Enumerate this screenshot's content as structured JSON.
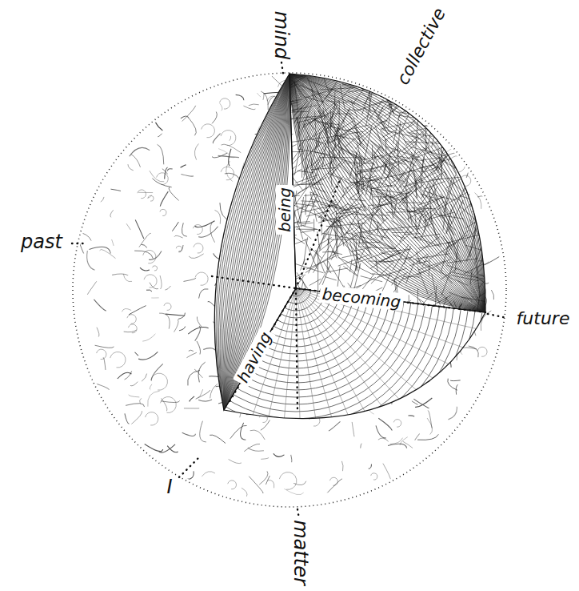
{
  "diagram": {
    "labels": [
      "mind",
      "collective",
      "past",
      "being",
      "becoming",
      "future",
      "having",
      "I",
      "matter"
    ]
  }
}
